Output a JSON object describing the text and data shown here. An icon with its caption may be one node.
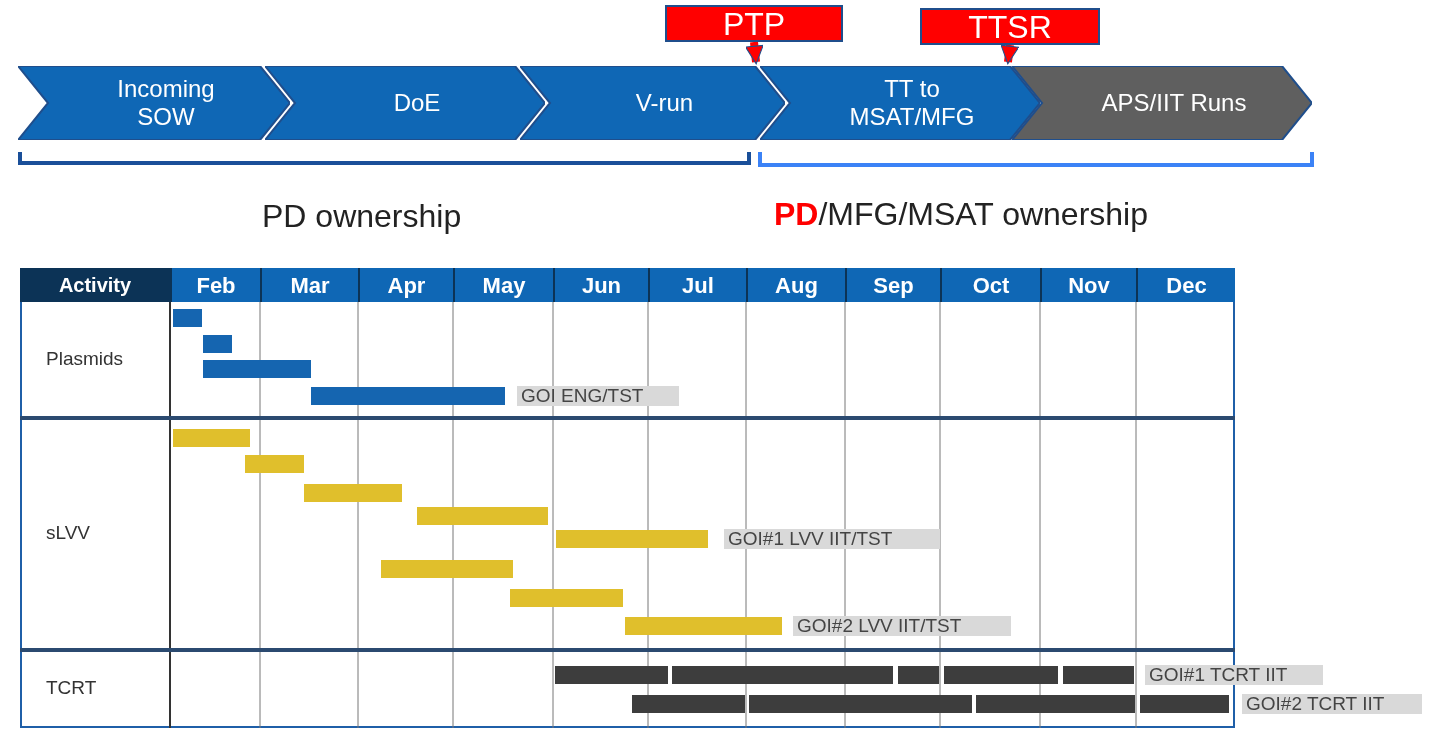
{
  "diagram": {
    "nodes": [
      {
        "text": [
          "Incoming SOW"
        ]
      },
      {
        "text": [
          "DoE"
        ]
      },
      {
        "text": [
          "V-run"
        ]
      },
      {
        "text": [
          "TT to MSAT/MFG"
        ]
      },
      {
        "text": [
          "APS/IIT Runs"
        ]
      },
      {
        "text": [
          "PTP"
        ]
      },
      {
        "text": [
          "TTSR"
        ]
      }
    ],
    "edges": [
      {
        "from": 5,
        "to": 3,
        "arrow": "to"
      },
      {
        "from": 6,
        "to": 4,
        "arrow": "to"
      }
    ],
    "labels": [
      "PD ownership",
      "**PD**/MFG/MSAT ownership",
      "Activity",
      "Feb",
      "Mar",
      "Apr",
      "May",
      "Jun",
      "Jul",
      "Aug",
      "Sep",
      "Oct",
      "Nov",
      "Dec",
      "Plasmids",
      "GOI ENG/TST",
      "sLVV",
      "GOI#1 LVV IIT/TST",
      "GOI#2 LVV IIT/TST",
      "TCRT",
      "GOI#1 TCRT IIT",
      "GOI#2 TCRT IIT"
    ]
  }
}
